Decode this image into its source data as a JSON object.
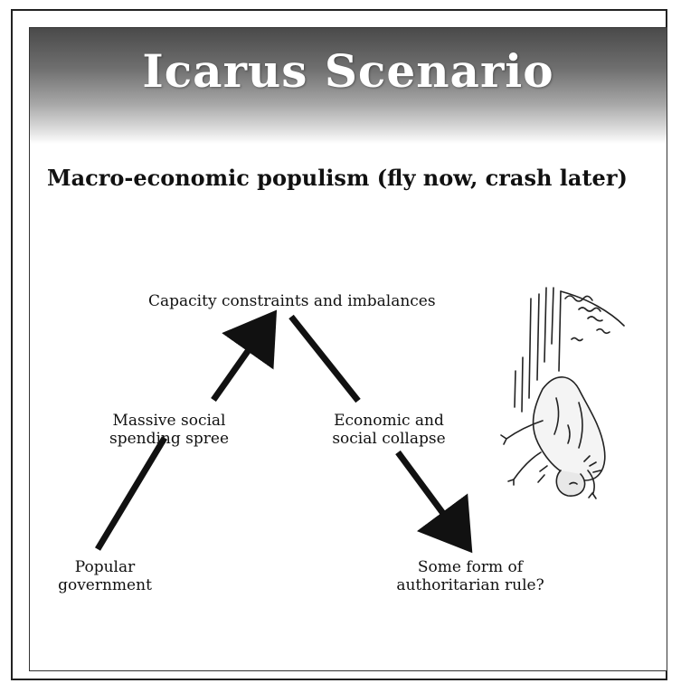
{
  "slide": {
    "title": "Icarus Scenario",
    "subtitle": "Macro-economic populism (fly now, crash later)"
  },
  "diagram": {
    "nodes": {
      "top": "Capacity constraints and imbalances",
      "bottom_left_line1": "Popular",
      "bottom_left_line2": "government",
      "bottom_right_line1": "Some form of",
      "bottom_right_line2": "authoritarian rule?"
    },
    "edges": {
      "up_line1": "Massive social",
      "up_line2": "spending spree",
      "down_line1": "Economic and",
      "down_line2": "social collapse"
    },
    "illustration": "falling-icarus-illustration"
  }
}
